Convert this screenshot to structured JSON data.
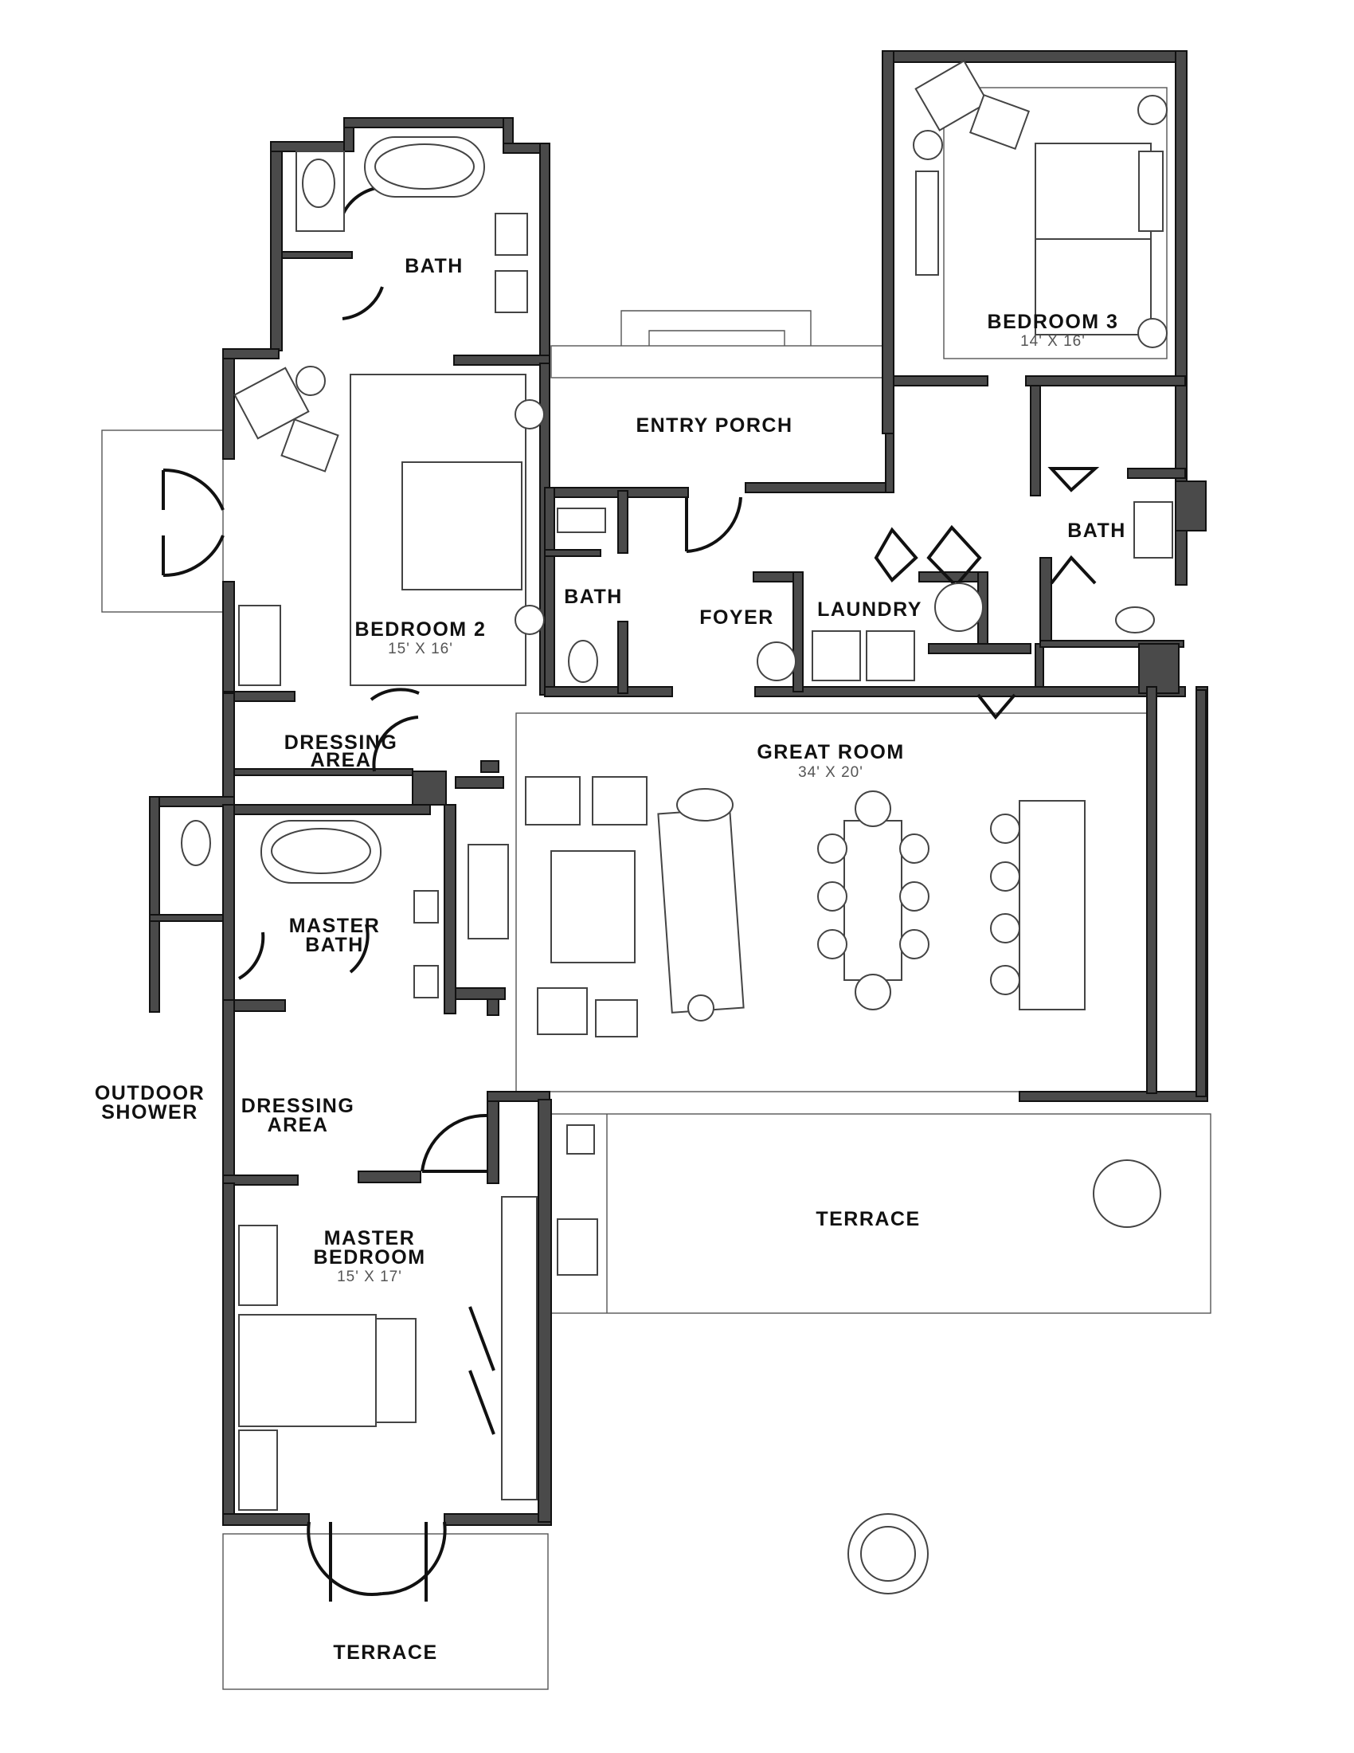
{
  "rooms": {
    "bath_top": "BATH",
    "bedroom3": "BEDROOM 3",
    "bedroom3_dim": "14' X 16'",
    "entry_porch": "ENTRY PORCH",
    "bedroom2": "BEDROOM 2",
    "bedroom2_dim": "15' X 16'",
    "bath_small": "BATH",
    "foyer": "FOYER",
    "laundry": "LAUNDRY",
    "bath_right": "BATH",
    "dressing_top_1": "DRESSING",
    "dressing_top_2": "AREA",
    "great_room": "GREAT ROOM",
    "great_room_dim": "34' X 20'",
    "master_bath_1": "MASTER",
    "master_bath_2": "BATH",
    "outdoor_shower_1": "OUTDOOR",
    "outdoor_shower_2": "SHOWER",
    "dressing_bottom_1": "DRESSING",
    "dressing_bottom_2": "AREA",
    "terrace_main": "TERRACE",
    "master_bedroom_1": "MASTER",
    "master_bedroom_2": "BEDROOM",
    "master_bedroom_dim": "15' X 17'",
    "terrace_bottom": "TERRACE"
  },
  "colors": {
    "wall": "#4a4a4a",
    "ink": "#111111"
  }
}
